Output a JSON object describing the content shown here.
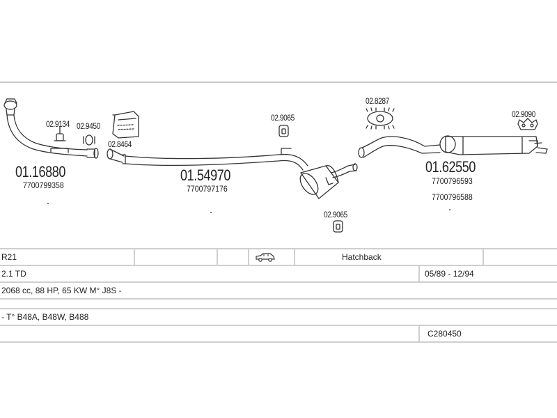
{
  "parts": {
    "bracket_a": "02.9134",
    "bracket_b": "02.9450",
    "clamp_kit": "02.8464",
    "front_pipe_code": "01.16880",
    "front_pipe_oem": "7700799358",
    "hanger_top": "02.9065",
    "centre_silencer_code": "01.54970",
    "centre_silencer_oem": "7700797176",
    "hanger_bottom": "02.9065",
    "ring_mount": "02.8287",
    "rear_mount": "02.9090",
    "rear_silencer_code": "01.62550",
    "rear_silencer_oem_1": "7700796593",
    "rear_silencer_oem_2": "7700796588"
  },
  "vehicle": {
    "model": "R21",
    "body": "Hatchback",
    "engine": "2.1 TD",
    "years": "05/89 - 12/94",
    "specs": "2068 cc, 88 HP, 65 KW M° J8S -",
    "types": "- T° B48A, B48W, B488",
    "catalog_no": "C280450"
  },
  "icons": {
    "car": "car-side-icon",
    "clamp": "clamp-kit-icon",
    "ring": "rubber-ring-icon",
    "hanger": "rubber-hanger-icon"
  }
}
